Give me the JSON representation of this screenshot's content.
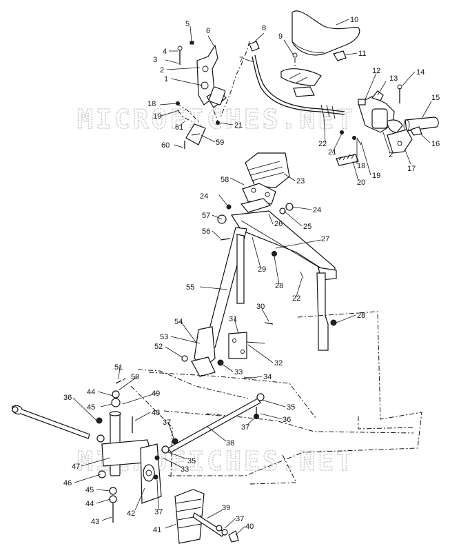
{
  "watermark": {
    "top": "MICROFICHES.NET",
    "bottom": "MICROFICHES.NET"
  },
  "callouts": [
    {
      "id": "c5",
      "text": "5"
    },
    {
      "id": "c6",
      "text": "6"
    },
    {
      "id": "c4",
      "text": "4"
    },
    {
      "id": "c3",
      "text": "3"
    },
    {
      "id": "c2a",
      "text": "2"
    },
    {
      "id": "c1",
      "text": "1"
    },
    {
      "id": "c8",
      "text": "8"
    },
    {
      "id": "c7",
      "text": "7"
    },
    {
      "id": "c9",
      "text": "9"
    },
    {
      "id": "c10",
      "text": "10"
    },
    {
      "id": "c11",
      "text": "11"
    },
    {
      "id": "c12",
      "text": "12"
    },
    {
      "id": "c13",
      "text": "13"
    },
    {
      "id": "c14",
      "text": "14"
    },
    {
      "id": "c15",
      "text": "15"
    },
    {
      "id": "c16",
      "text": "16"
    },
    {
      "id": "c17",
      "text": "17"
    },
    {
      "id": "c2b",
      "text": "2"
    },
    {
      "id": "c18a",
      "text": "18"
    },
    {
      "id": "c19a",
      "text": "19"
    },
    {
      "id": "c61",
      "text": "61"
    },
    {
      "id": "c21a",
      "text": "21"
    },
    {
      "id": "c60",
      "text": "60"
    },
    {
      "id": "c59",
      "text": "59"
    },
    {
      "id": "c22a",
      "text": "22"
    },
    {
      "id": "c21b",
      "text": "21"
    },
    {
      "id": "c18b",
      "text": "18"
    },
    {
      "id": "c19b",
      "text": "19"
    },
    {
      "id": "c20",
      "text": "20"
    },
    {
      "id": "c23",
      "text": "23"
    },
    {
      "id": "c58",
      "text": "58"
    },
    {
      "id": "c24a",
      "text": "24"
    },
    {
      "id": "c24b",
      "text": "24"
    },
    {
      "id": "c57",
      "text": "57"
    },
    {
      "id": "c26",
      "text": "26"
    },
    {
      "id": "c25",
      "text": "25"
    },
    {
      "id": "c56",
      "text": "56"
    },
    {
      "id": "c27",
      "text": "27"
    },
    {
      "id": "c29",
      "text": "29"
    },
    {
      "id": "c28a",
      "text": "28"
    },
    {
      "id": "c22b",
      "text": "22"
    },
    {
      "id": "c55",
      "text": "55"
    },
    {
      "id": "c30",
      "text": "30"
    },
    {
      "id": "c28b",
      "text": "28"
    },
    {
      "id": "c31",
      "text": "31"
    },
    {
      "id": "c54",
      "text": "54"
    },
    {
      "id": "c53",
      "text": "53"
    },
    {
      "id": "c52",
      "text": "52"
    },
    {
      "id": "c32",
      "text": "32"
    },
    {
      "id": "c33a",
      "text": "33"
    },
    {
      "id": "c34",
      "text": "34"
    },
    {
      "id": "c51",
      "text": "51"
    },
    {
      "id": "c50",
      "text": "50"
    },
    {
      "id": "c44a",
      "text": "44"
    },
    {
      "id": "c49",
      "text": "49"
    },
    {
      "id": "c36a",
      "text": "36"
    },
    {
      "id": "c45a",
      "text": "45"
    },
    {
      "id": "c35a",
      "text": "35"
    },
    {
      "id": "c48",
      "text": "48"
    },
    {
      "id": "c37a",
      "text": "37"
    },
    {
      "id": "c37b",
      "text": "37"
    },
    {
      "id": "c36b",
      "text": "36"
    },
    {
      "id": "c38",
      "text": "38"
    },
    {
      "id": "c47",
      "text": "47"
    },
    {
      "id": "c35b",
      "text": "35"
    },
    {
      "id": "c33b",
      "text": "33"
    },
    {
      "id": "c46",
      "text": "46"
    },
    {
      "id": "c45b",
      "text": "45"
    },
    {
      "id": "c44b",
      "text": "44"
    },
    {
      "id": "c42",
      "text": "42"
    },
    {
      "id": "c37c",
      "text": "37"
    },
    {
      "id": "c39",
      "text": "39"
    },
    {
      "id": "c43",
      "text": "43"
    },
    {
      "id": "c37d",
      "text": "37"
    },
    {
      "id": "c41",
      "text": "41"
    },
    {
      "id": "c40",
      "text": "40"
    }
  ]
}
